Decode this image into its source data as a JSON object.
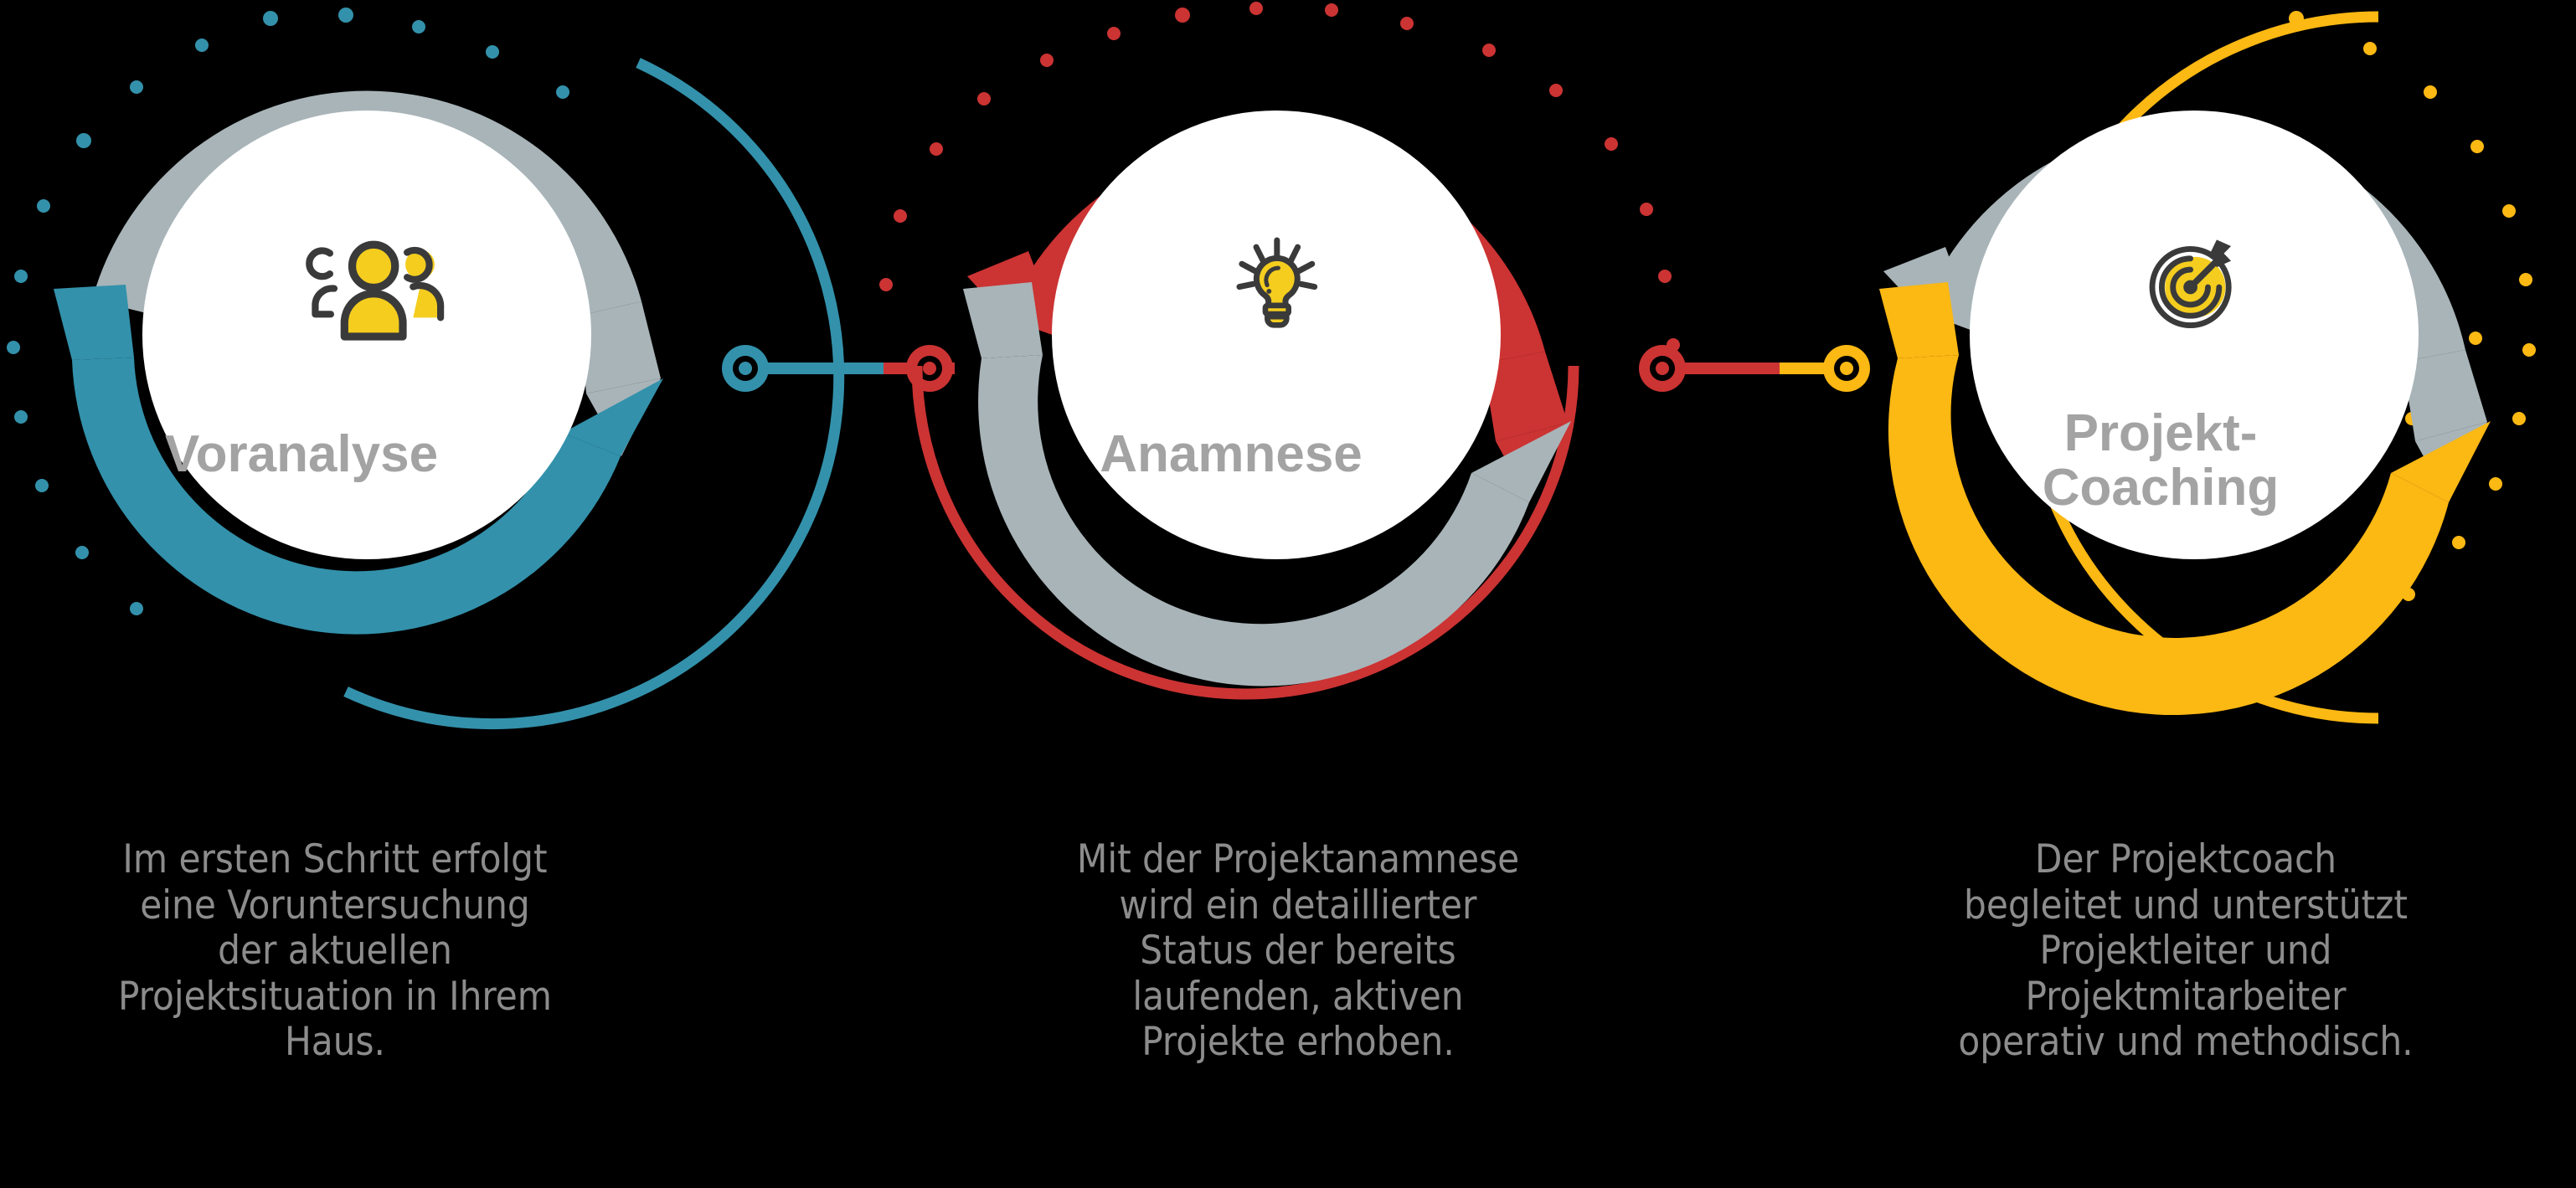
{
  "background": "#000000",
  "palette": {
    "teal": "#3391ab",
    "red": "#cc3333",
    "amber": "#fcb813",
    "gray_arc": "#a8b4b8",
    "title_gray": "#a3a3a3",
    "desc_gray": "#8c8c8c",
    "icon_yellow": "#f4cd1e",
    "icon_dark": "#3a3a3a",
    "white": "#ffffff"
  },
  "steps": [
    {
      "id": "voranalyse",
      "index": 1,
      "title": "Voranalyse",
      "accent": "#3391ab",
      "icon": "group-people-icon",
      "description": "Im ersten Schritt erfolgt\neine Voruntersuchung\nder aktuellen\nProjektsituation in Ihrem\nHaus."
    },
    {
      "id": "anamnese",
      "index": 2,
      "title": "Anamnese",
      "accent": "#cc3333",
      "icon": "lightbulb-icon",
      "description": "Mit der Projektanamnese\nwird ein detaillierter\nStatus der bereits\nlaufenden, aktiven\nProjekte erhoben."
    },
    {
      "id": "projekt-coaching",
      "index": 3,
      "title": "Projekt-\nCoaching",
      "accent": "#fcb813",
      "icon": "target-arrow-icon",
      "description": "Der Projektcoach\nbegleitet und unterstützt\nProjektleiter und\nProjektmitarbeiter\noperativ und methodisch."
    }
  ],
  "connectors": [
    {
      "id": "connector-1-2",
      "from": "voranalyse",
      "to": "anamnese",
      "left_node_color": "#3391ab",
      "right_node_color": "#cc3333"
    },
    {
      "id": "connector-2-3",
      "from": "anamnese",
      "to": "projekt-coaching",
      "left_node_color": "#cc3333",
      "right_node_color": "#fcb813"
    }
  ]
}
